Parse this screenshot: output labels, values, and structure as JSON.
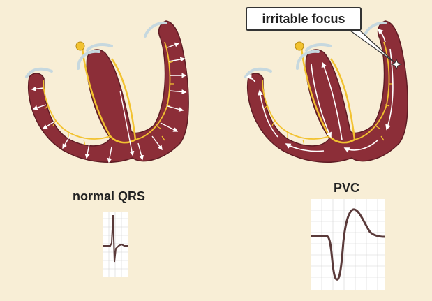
{
  "labels": {
    "normal": "normal QRS",
    "pvc": "PVC",
    "callout": "irritable focus"
  },
  "colors": {
    "background": "#f8eed6",
    "myocardium": "#8c2e38",
    "myocardium_edge": "#5e1c24",
    "conduction": "#f2c230",
    "arrow": "#ffffff",
    "valve": "#c6d8df",
    "trace": "#5a3a3a",
    "grid": "#cfcfcf"
  },
  "icons": [
    "star-icon",
    "valve-icon",
    "arrow-icon"
  ]
}
